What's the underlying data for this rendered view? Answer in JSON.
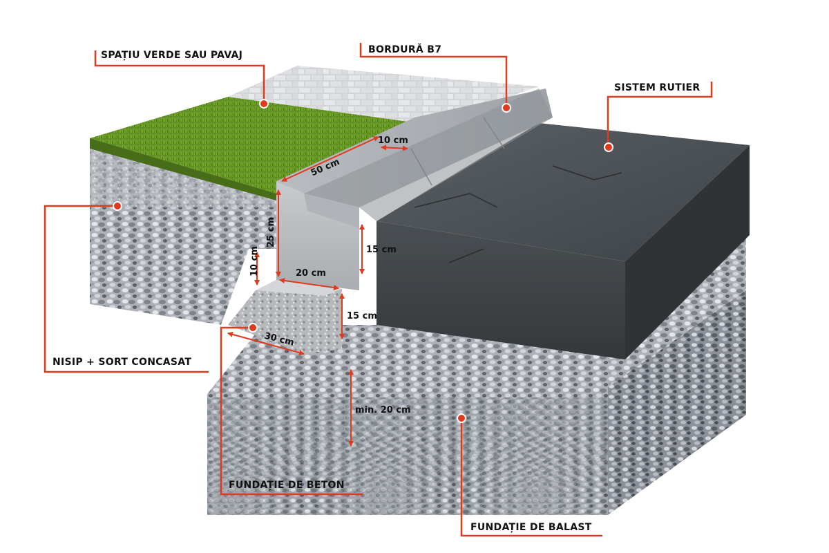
{
  "callouts": {
    "green_space": "SPAȚIU VERDE SAU PAVAJ",
    "curb": "BORDURĂ B7",
    "road_system": "SISTEM RUTIER",
    "sand_gravel": "NISIP + SORT CONCASAT",
    "concrete_foundation": "FUNDAȚIE DE BETON",
    "ballast_foundation": "FUNDAȚIE DE BALAST"
  },
  "dimensions": {
    "curb_length": "50 cm",
    "curb_top_width": "10 cm",
    "curb_height": "25 cm",
    "curb_bottom_width": "20 cm",
    "curb_exposed_height": "15 cm",
    "foundation_side_height": "10 cm",
    "foundation_height": "15 cm",
    "foundation_width": "30 cm",
    "ballast_min_depth": "min. 20 cm"
  },
  "colors": {
    "accent": "#e03a1e",
    "label_text": "#111111"
  }
}
